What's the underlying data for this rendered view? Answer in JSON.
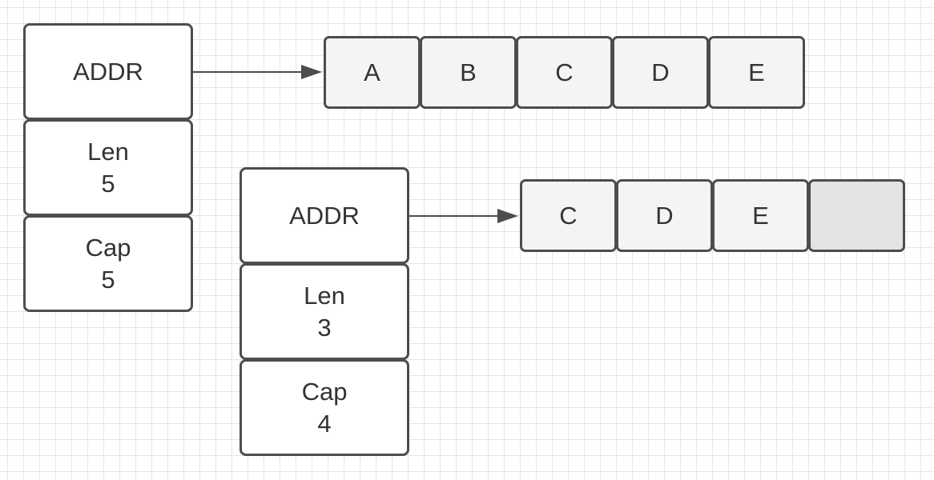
{
  "slice_1": {
    "header": {
      "addr_label": "ADDR",
      "len_label": "Len",
      "len_value": "5",
      "cap_label": "Cap",
      "cap_value": "5"
    },
    "array": [
      "A",
      "B",
      "C",
      "D",
      "E"
    ]
  },
  "slice_2": {
    "header": {
      "addr_label": "ADDR",
      "len_label": "Len",
      "len_value": "3",
      "cap_label": "Cap",
      "cap_value": "4"
    },
    "array": [
      "C",
      "D",
      "E",
      ""
    ]
  },
  "colors": {
    "stroke": "#4d4d4d",
    "cell_fill": "#f5f4f5",
    "empty_cell_fill": "#e3e3e3",
    "grid": "#e6e6e6"
  }
}
